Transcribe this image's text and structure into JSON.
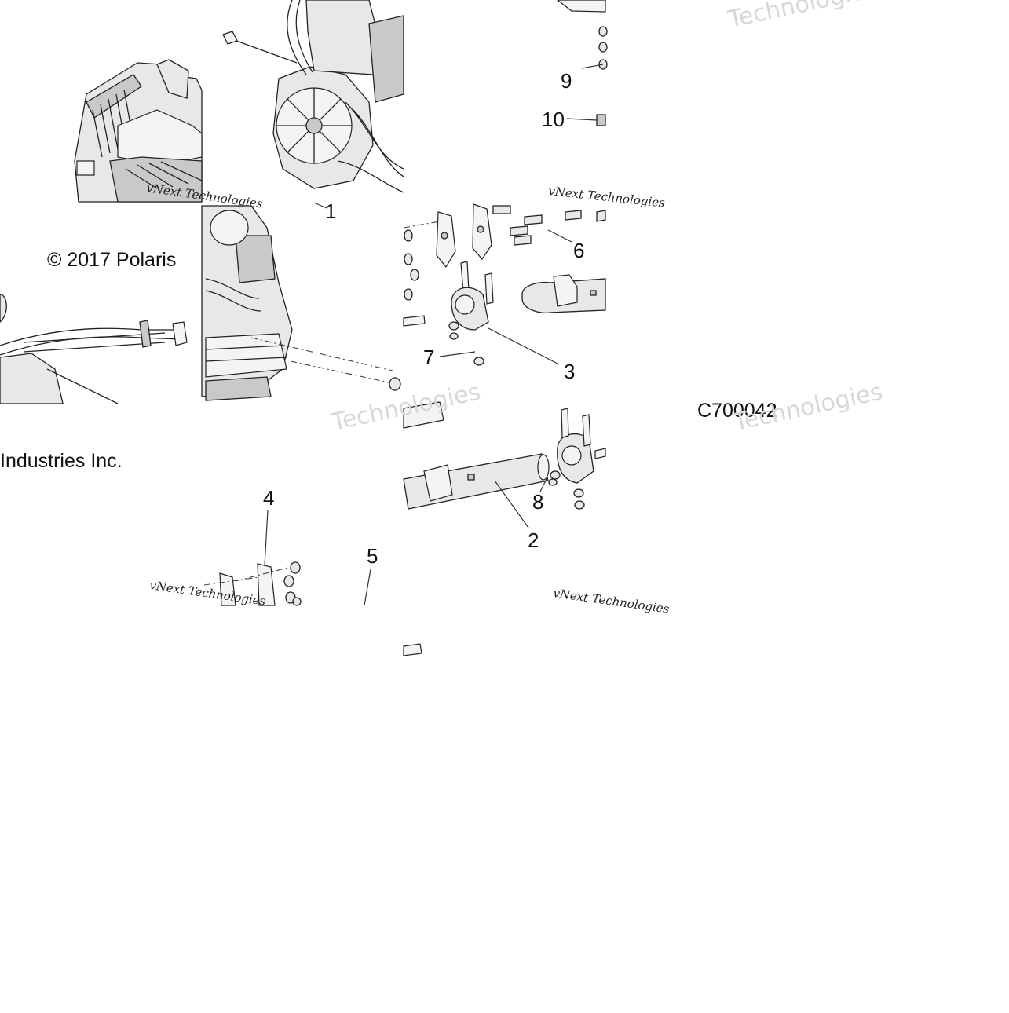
{
  "diagram": {
    "copyright_line1": "© 2017 Polaris",
    "copyright_line2": "Industries Inc.",
    "figure_codes": [
      "C700042",
      "C700042"
    ],
    "watermarks": [
      "vNext Technologies",
      "Technologies"
    ],
    "callouts": [
      "1",
      "2",
      "3",
      "4",
      "5",
      "6",
      "7",
      "8",
      "9",
      "10"
    ]
  }
}
